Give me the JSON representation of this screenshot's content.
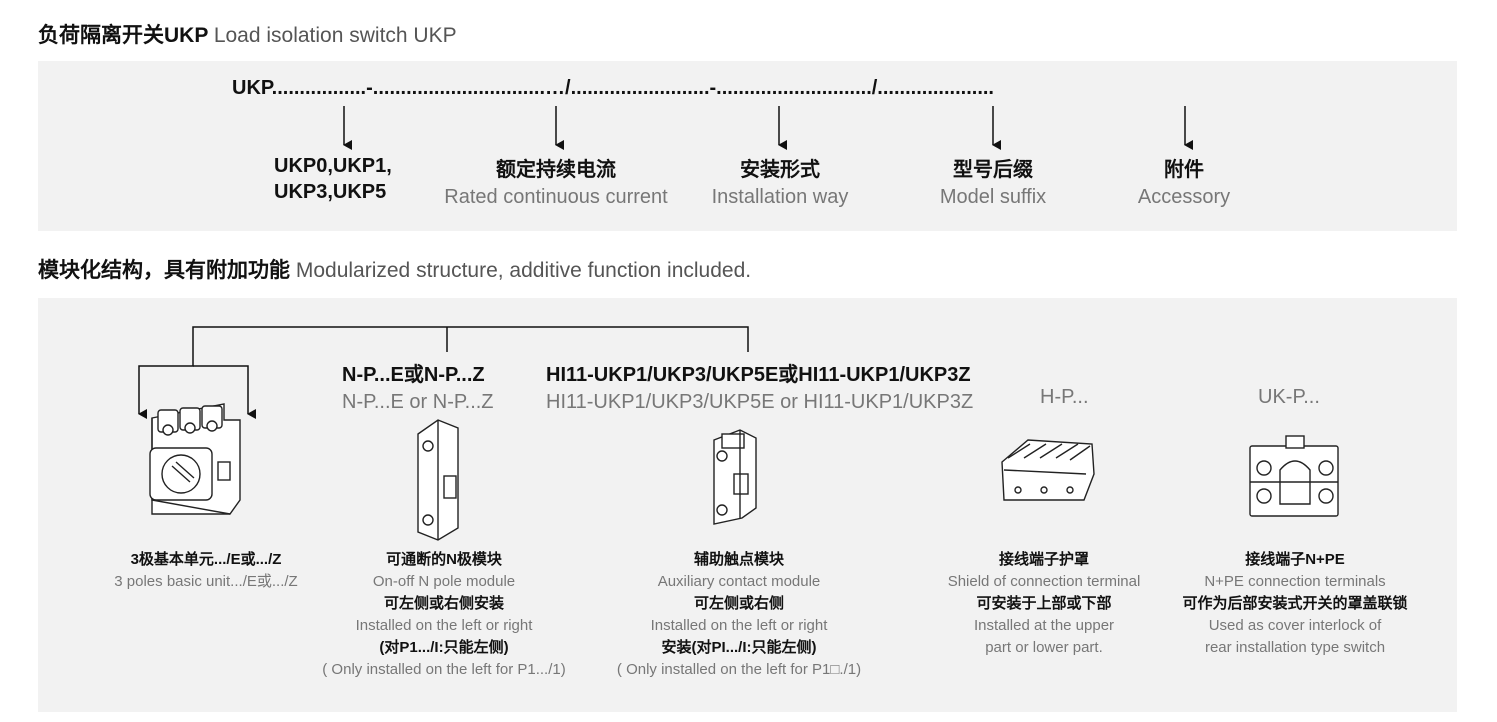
{
  "section1": {
    "title_cn": "负荷隔离开关UKP",
    "title_en": "Load isolation switch UKP",
    "code_line": "UKP.................-...............................…/.........................-............................/.....................",
    "fields": [
      {
        "cn_lines": [
          "UKP0,UKP1,",
          "UKP3,UKP5"
        ],
        "en": ""
      },
      {
        "cn": "额定持续电流",
        "en": "Rated continuous current"
      },
      {
        "cn": "安装形式",
        "en": "Installation way"
      },
      {
        "cn": "型号后缀",
        "en": "Model suffix"
      },
      {
        "cn": "附件",
        "en": "Accessory"
      }
    ]
  },
  "section2": {
    "title_cn": "模块化结构，具有附加功能",
    "title_en": "Modularized structure, additive function included.",
    "module_n": {
      "cn": "N-P...E或N-P...Z",
      "en": "N-P...E or N-P...Z"
    },
    "module_hi": {
      "cn": "HI11-UKP1/UKP3/UKP5E或HI11-UKP1/UKP3Z",
      "en": "HI11-UKP1/UKP3/UKP5E or HI11-UKP1/UKP3Z"
    },
    "module_hp": {
      "en": "H-P..."
    },
    "module_ukp": {
      "en": "UK-P..."
    },
    "captions": [
      {
        "lines": [
          "3极基本单元.../E或.../Z",
          "3 poles basic unit.../E或.../Z"
        ]
      },
      {
        "lines": [
          "可通断的N极模块",
          "On-off N pole module",
          "可左侧或右侧安装",
          "Installed on the left or right",
          "(对P1.../I:只能左侧)",
          "( Only installed on the left for P1.../1)"
        ]
      },
      {
        "lines": [
          "辅助触点模块",
          "Auxiliary contact module",
          "可左侧或右侧",
          "Installed on the left or right",
          "安装(对PI.../I:只能左侧)",
          "( Only installed on the left for P1□./1)"
        ]
      },
      {
        "lines": [
          "接线端子护罩",
          "Shield of connection terminal",
          "可安装于上部或下部",
          "Installed at the upper",
          "part or lower part."
        ]
      },
      {
        "lines": [
          "接线端子N+PE",
          "N+PE connection terminals",
          "可作为后部安装式开关的罩盖联锁",
          "Used as cover interlock of",
          "rear installation type switch"
        ]
      }
    ]
  }
}
